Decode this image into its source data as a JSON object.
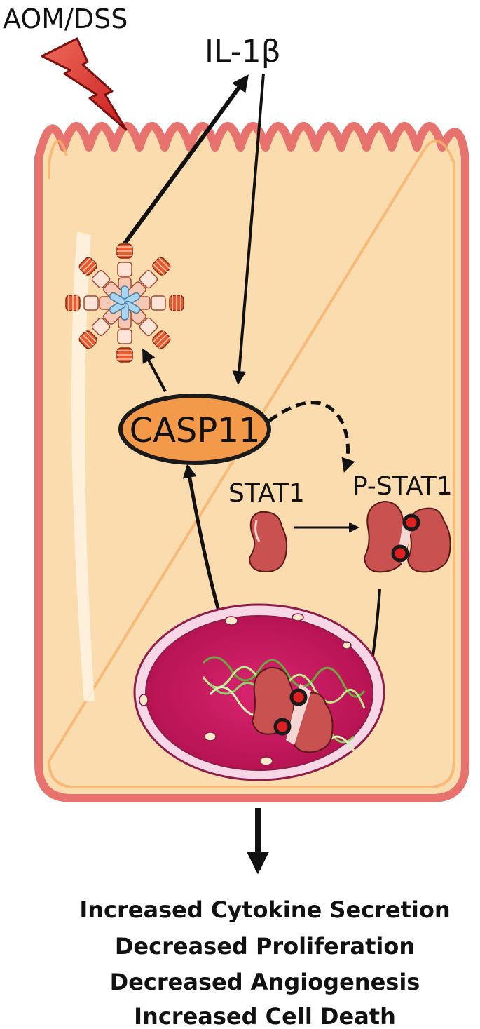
{
  "labels": {
    "trigger": "AOM/DSS",
    "cytokine": "IL-1β",
    "casp11": "CASP11",
    "stat1": "STAT1",
    "pstat1": "P-STAT1"
  },
  "outcomes": [
    "Increased Cytokine Secretion",
    "Decreased Proliferation",
    "Decreased Angiogenesis",
    "Increased Cell Death"
  ],
  "colors": {
    "cell_fill": "#fbdcae",
    "cell_border": "#e8736e",
    "casp11_fill": "#f2994a",
    "nucleus": "#c8185a",
    "stat_protein": "#c9514f",
    "lightning": "#e0342a",
    "dna": "#8fd16a",
    "inflammasome_core": "#a9d4ef",
    "arrow": "#111111"
  },
  "icons": [
    "lightning-bolt-icon",
    "inflammasome-icon",
    "stat1-protein-icon",
    "p-stat1-dimer-icon",
    "nucleus-icon",
    "dna-helix-icon"
  ]
}
